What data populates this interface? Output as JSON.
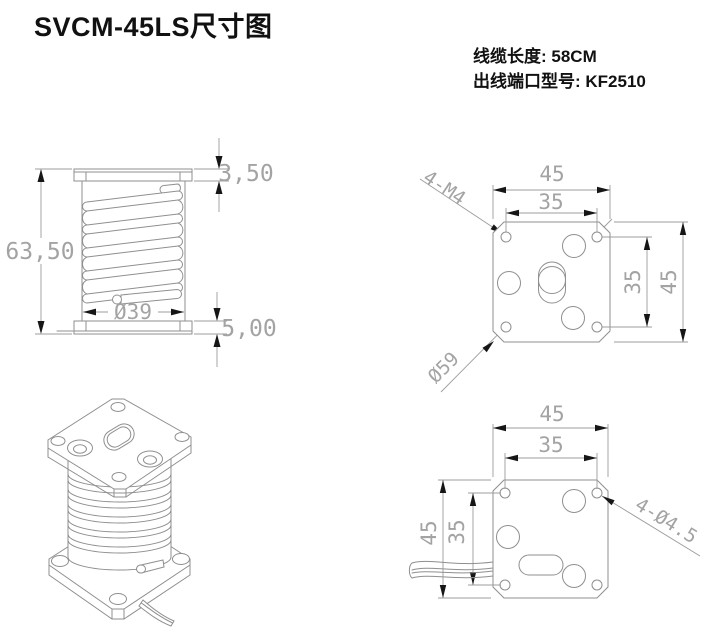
{
  "title": "SVCM-45LS尺寸图",
  "notes": {
    "cable_length": "线缆长度: 58CM",
    "port_model": "出线端口型号: KF2510"
  },
  "side_view": {
    "overall_height": "63,50",
    "top_plate_thickness": "3,50",
    "spring_diameter": "Ø39",
    "base_plate_thickness": "5,00"
  },
  "top_view": {
    "width": "45",
    "hole_pitch_h": "35",
    "hole_pitch_v": "35",
    "height": "45",
    "thread_callout": "4-M4",
    "body_diameter": "Ø59"
  },
  "bottom_view": {
    "width": "45",
    "hole_pitch_h": "35",
    "hole_pitch_v": "35",
    "height": "45",
    "hole_callout": "4-Ø4.5"
  },
  "colors": {
    "background": "#ffffff",
    "drawing_line": "#8f8f8f",
    "dimension_text": "#a3a3a3",
    "arrow": "#161616",
    "title_text": "#111111"
  }
}
